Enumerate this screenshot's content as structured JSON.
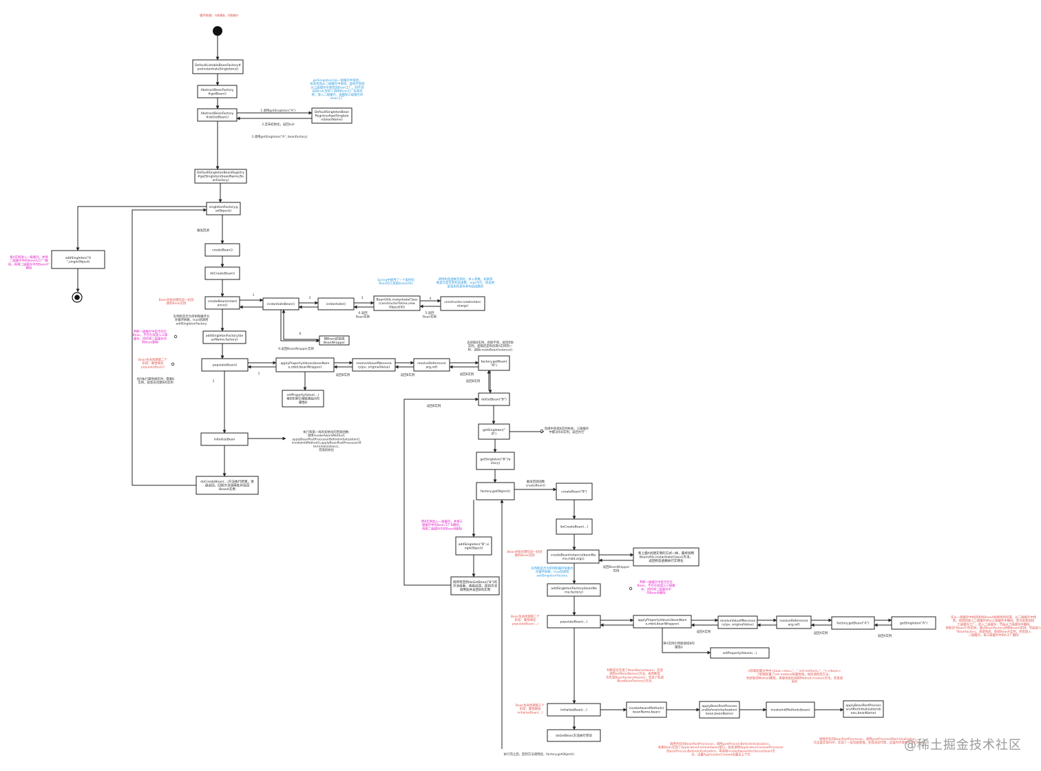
{
  "title": "循环依赖：A依赖B，B依赖A",
  "watermark": "@稀土掘金技术社区",
  "nodes": {
    "preInst": [
      "DefaultListableBeanFactory#",
      "preInstantiateSingletons()"
    ],
    "getBean": [
      "AbstractBeanFactory",
      "#getBean()"
    ],
    "doGetBean": [
      "AbstractBeanFactory",
      "#doGetBean()"
    ],
    "registry": [
      "DefaultSingletonBean",
      "Registry#getSingleto",
      "n(beanName)"
    ],
    "getSingletonFactory": [
      "DefaultSingletonBeanRegistry",
      "#getSingleton(beanName,Be",
      "anFactory)"
    ],
    "singletonFactoryGet": [
      "singletonFactory.g",
      "etObject()"
    ],
    "addSingletonA": [
      "addSingleton(\"A",
      "\",singleObject)"
    ],
    "createBean": [
      "createBean()"
    ],
    "doCreateBean": [
      "doCreateBean()"
    ],
    "createBeanInstance": [
      "createBeanInstant",
      "ance()"
    ],
    "instantiateBean": [
      "instantiateBean()"
    ],
    "instantiate": [
      "instantiate()"
    ],
    "beanUtils": [
      "BeanUtils.instantiateClass",
      "(constructorToUse,new",
      "Object[0])"
    ],
    "ctorNew": [
      "constructor.newInstanc",
      "e(args)"
    ],
    "beanWrapper": [
      "将Bean封装成",
      "BeanWrapper"
    ],
    "addSingletonFactory": [
      "addSingletonFactory(be",
      "anName,factory)"
    ],
    "populateBean": [
      "populateBean()"
    ],
    "applyProps": [
      "applyPropertyValues(beanNam",
      "e,mbd,beanWrapper)"
    ],
    "resolveValue": [
      "resolveValueIfNecessa",
      "ry(pv, originalValue)"
    ],
    "resolveRef": [
      "resolveReference(",
      "arg,ref)"
    ],
    "factoryGetBeanB": [
      "factory.getBean(",
      "\"B\")"
    ],
    "setPropertyValue": [
      "setPropertyValue(...)",
      "将B实例引用赋值给A的",
      "属性B"
    ],
    "initializeBean": [
      "initializeBean"
    ],
    "doCreateBeanEnd": [
      "doCreateBean(...)方法执行结束，逐",
      "级返回，回到方法调用处并返回",
      "BeanA实例"
    ],
    "doGetBeanB": [
      "doGetBean(\"B\")"
    ],
    "getSingletonB": [
      "getSingleton(\"",
      "B\")"
    ],
    "getSingletonBFactory": [
      "getSingleton(\"B\",fa",
      "ctory)"
    ],
    "factoryGetObject": [
      "factory.getObject()"
    ],
    "addSingletonB": [
      "addSingleton(\"B\",si",
      "ngleObject)"
    ],
    "backToDoGetBeanB": [
      "则所有回到doGetBean(\"B\")的",
      "方法结束，逐级返回，回到方法",
      "调用处并返回B的实例"
    ],
    "createBeanB": [
      "createBean(\"B\")"
    ],
    "doCreateBeanB": [
      "doCreateBean(...)"
    ],
    "createBeanInstanceB": [
      "createBeanInstance(beanNa",
      "me,mbd,args)"
    ],
    "createBeanInstanceBNote": [
      "和上面A创建实例的方式一样，最终调用",
      "BeanUtils.instantiateClass()方法，",
      "返回构造函数执行实例化"
    ],
    "addSingletonFactoryB": [
      "addSingletonFactory(beanNa",
      "me,factory)"
    ],
    "populateBeanB": [
      "populateBean(...)"
    ],
    "applyPropsB": [
      "applyPropertyValues(beanNam",
      "e,mbd,beanWrapper)"
    ],
    "resolveValueB": [
      "resolveValueIfNecessa",
      "ry(pv, originalValue)"
    ],
    "resolveRefB": [
      "resolveReference(",
      "arg,ref)"
    ],
    "factoryGetBeanA": [
      "factory.getBean(\"A\")"
    ],
    "getSingletonA": [
      "getSingleton(\"A\")"
    ],
    "setPropertyValuesB": [
      "setPropertyValues(...)"
    ],
    "initializeBeanB": [
      "initializeBean(...)"
    ],
    "invokeAware": [
      "invokeAwareMethods(",
      "beanName,bean)"
    ],
    "applyBefore": [
      "applyBeanPostProcess",
      "orsBeforeInitialization(",
      "bean,beanName)"
    ],
    "invokeInit": [
      "invokeInitMethods(bean)"
    ],
    "applyAfter": [
      "applyBeanPostProcess",
      "orsAfterInitialization(b",
      "ean,beanName)"
    ],
    "doGetBeanEndB": [
      "doGetBean方法执行完毕"
    ]
  },
  "edge_labels": {
    "callGetSingleton": "1.调用getSingleton(\"A\")",
    "notInit": "2.还未初始化，返回null",
    "callGetSingleton2": "3.调用getSingleton(\"A\", beanFactory)",
    "triggerCallback": "触发回调",
    "s1": "1",
    "s2": "2",
    "s3": "3",
    "s4": "4",
    "s5": "5.返回\nBean实例",
    "s6": "6.返回\nBean实例",
    "s6b": "6",
    "wrapperReturn": "9.返回BeanWrapper实例",
    "p1": "1",
    "p2": "2",
    "retInstance1": "返回B实例",
    "retInstance2": "返回B实例",
    "retInstance3": "返回B实例",
    "retInstance4": "返回B实例",
    "retInstance5": "返回B实例",
    "triggerCreateBean": "触发回调函数\ncreateBean()",
    "returnWrapper": "返回BeanWrapper\n实例",
    "retA1": "返回A实例",
    "retA2": "返回A实例",
    "retA3": "返回A实例",
    "setPropA": "将A实例引用赋值给B的\n属性A",
    "endLine": "执行完之后，回到方法调用处，factory.getObject()"
  },
  "notes": {
    "getSingletonNote": "getSingleton()从一级缓存中查找，\n如未找到从二级缓存中查找，再找不到就\n从三级缓存中查找到Bean工厂，则不到\n返回null,找到了调用Bean工厂生成实\n例，放入二级缓存，再删除三级缓存的\nbean工厂",
    "addSingletonANote": "将A实例放入一级缓存，并将\n二级缓存中的BeanA工厂\"删\n除，再将二级缓存中的BeanA\"\n删除",
    "beanUtilsNote": "Spring中使用了一个类例化\nBean的工具类BeanUtils",
    "ctorNote": "调用构造函数实例化，并入参数，如果参\n数是否是无参构造函数，args为空，则说明\n是调用的是有参构造函数的",
    "createBeanInstanceNote": "Bean开始创建阶段一初创\n建的Bean实例",
    "earlyExposeNote": "先判断是否为单例和循环允\n许循环依赖，true则调用\naddSingletonFactory",
    "addSingletonFactoryNote": "判断一级缓存中是否存在\nBean，不存在就放入三级\n缓存，同时将二级缓存中\n的Bean删除",
    "populateNote": "Bean生命周期第二个\n阶段：属性填充\npopulateBean()",
    "populateANote": "给A执行属性填充时，需要B\n实例，就会去创建B的实例",
    "factoryGetBeanBNote": "去获取B实例，获取不到，就回到B\n实例，逻辑还是和创建A实例的一\n样，调用createBeanInstance()",
    "initializeBeanNote": "执行和第一样的初始化的回调函数:\n调用invokeAwareMethod,\napplyBeanPostProcessorBeforeInitialization(),\ninvokeInitMethod(),applyBeanPostProcessorAf\nterInitialization(),\n完成初始化",
    "getSingletonBNote": "直接中获取B实例失败，三级缓存\n中都没有B实例，返回为空",
    "addSingletonBNote": "把B实例加入一级缓存，并将三\n级缓存中的Bean工厂B删除，\n再将二级缓存中的BeanB删除",
    "createBeanInstanceBHint": "Bean开始创建阶段一初创\n建的Bean实例",
    "earlyExposeBNote": "先判断是否为单例和循环依赖允\n许循环依赖，true则调用\naddSingletonFactory",
    "addSingletonFactoryBNote": "判断一级缓存中是否存在\nBean，不存在就放入三级缓\n存，同时将二级缓存中\n的BeanB删除",
    "populateBNote": "Bean生命周期第二个\n阶段：属性填充\npopulateBean(...)",
    "getSingletonANote": "先从一级缓存中找到查找BeanA如果找到结束，从二级缓存中找\n到，找到则放入二级缓存并从三级缓存中删除，若均未找到找\n三级缓存工厂，放入二级缓存，然后从三级缓存中删除\n获取到\"BeanA\"的实例，通过BeanFactory获取BeanA实例，然后放入\n\"BeanFactory，获取到后，获取BeanA实例，然后放入\n二级缓存，再三级缓存中的A工厂删除",
    "initializeBNote": "Bean生命周期第三个\n阶段：属性赋值\ninitializeBean(...)",
    "invokeAwareNote": "判断是否实现了BeanNameAware，实现\n调用setBeanName()方法，再判断是\n否实现BeanFactoryAware()，实现了就调\n用setBeanFactory()方法.",
    "invokeInitNote": "//获取配置文件中<bean class=\"...\" init-method=\"...\"></bean>\n//如果配置了init-method的属性值，如何调用其方法，\n先获取到Method属性，再使用反射调用Method.invoke()方法，实现调\n用对",
    "applyBeforeNote": "调用所有的BeanPostProcessor，调用postProcessBeforeInitialization，\n如果Bean实现了ApplicationContextAware接口，就会调用ApplicationContextProcessor\n的postProcessBeforeInitialization，再调用invokeAwareInterfaces(bean)方\n法，设置ApplicationContext设置至上下文",
    "applyAfterNote": "调用所有的BeanPostProcessor，调用postProcessAfterInitialization，\n在这里实现AOP，实现了一些切面增强，生成动态代理，这里的代理会生成了Bean"
  }
}
